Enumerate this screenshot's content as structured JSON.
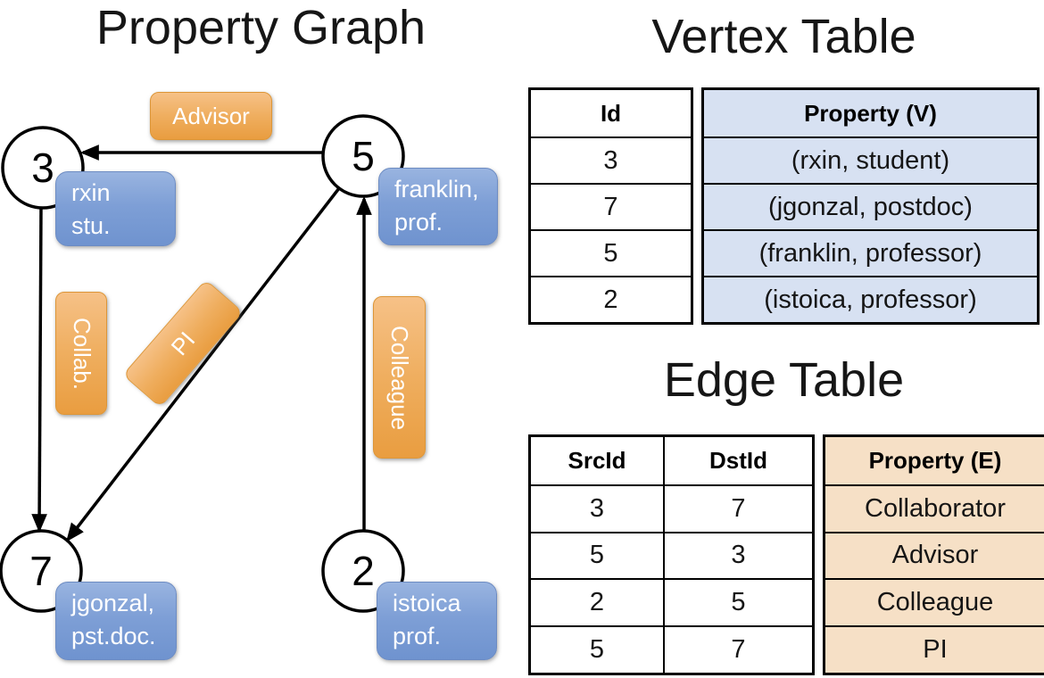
{
  "titles": {
    "graph": "Property Graph",
    "vertex_table": "Vertex Table",
    "edge_table": "Edge Table"
  },
  "graph": {
    "nodes": [
      {
        "label": "3",
        "prop_line1": "rxin",
        "prop_line2": "stu."
      },
      {
        "label": "5",
        "prop_line1": "franklin,",
        "prop_line2": "prof."
      },
      {
        "label": "7",
        "prop_line1": "jgonzal,",
        "prop_line2": "pst.doc."
      },
      {
        "label": "2",
        "prop_line1": "istoica",
        "prop_line2": "prof."
      }
    ],
    "edge_labels": {
      "advisor": "Advisor",
      "collab": "Collab.",
      "pi": "PI",
      "colleague": "Colleague"
    }
  },
  "vertex_table": {
    "headers": {
      "id": "Id",
      "property": "Property (V)"
    },
    "rows": [
      {
        "id": "3",
        "property": "(rxin, student)"
      },
      {
        "id": "7",
        "property": "(jgonzal, postdoc)"
      },
      {
        "id": "5",
        "property": "(franklin, professor)"
      },
      {
        "id": "2",
        "property": "(istoica, professor)"
      }
    ]
  },
  "edge_table": {
    "headers": {
      "src": "SrcId",
      "dst": "DstId",
      "property": "Property (E)"
    },
    "rows": [
      {
        "src": "3",
        "dst": "7",
        "property": "Collaborator"
      },
      {
        "src": "5",
        "dst": "3",
        "property": "Advisor"
      },
      {
        "src": "2",
        "dst": "5",
        "property": "Colleague"
      },
      {
        "src": "5",
        "dst": "7",
        "property": "PI"
      }
    ]
  },
  "colors": {
    "edge_label_fill_top": "#F6C187",
    "edge_label_fill_bottom": "#E99D40",
    "edge_label_border": "#DD9638",
    "vertex_box_fill_top": "#99B4E0",
    "vertex_box_fill_bottom": "#6F93CF",
    "vertex_box_border": "#6D8CC3",
    "vertex_table_cell_bg": "#D7E1F2",
    "edge_table_cell_bg": "#F6E0C6",
    "table_border": "#000000",
    "edge_stroke": "#000000",
    "text_on_pills": "#FFFFFF"
  }
}
